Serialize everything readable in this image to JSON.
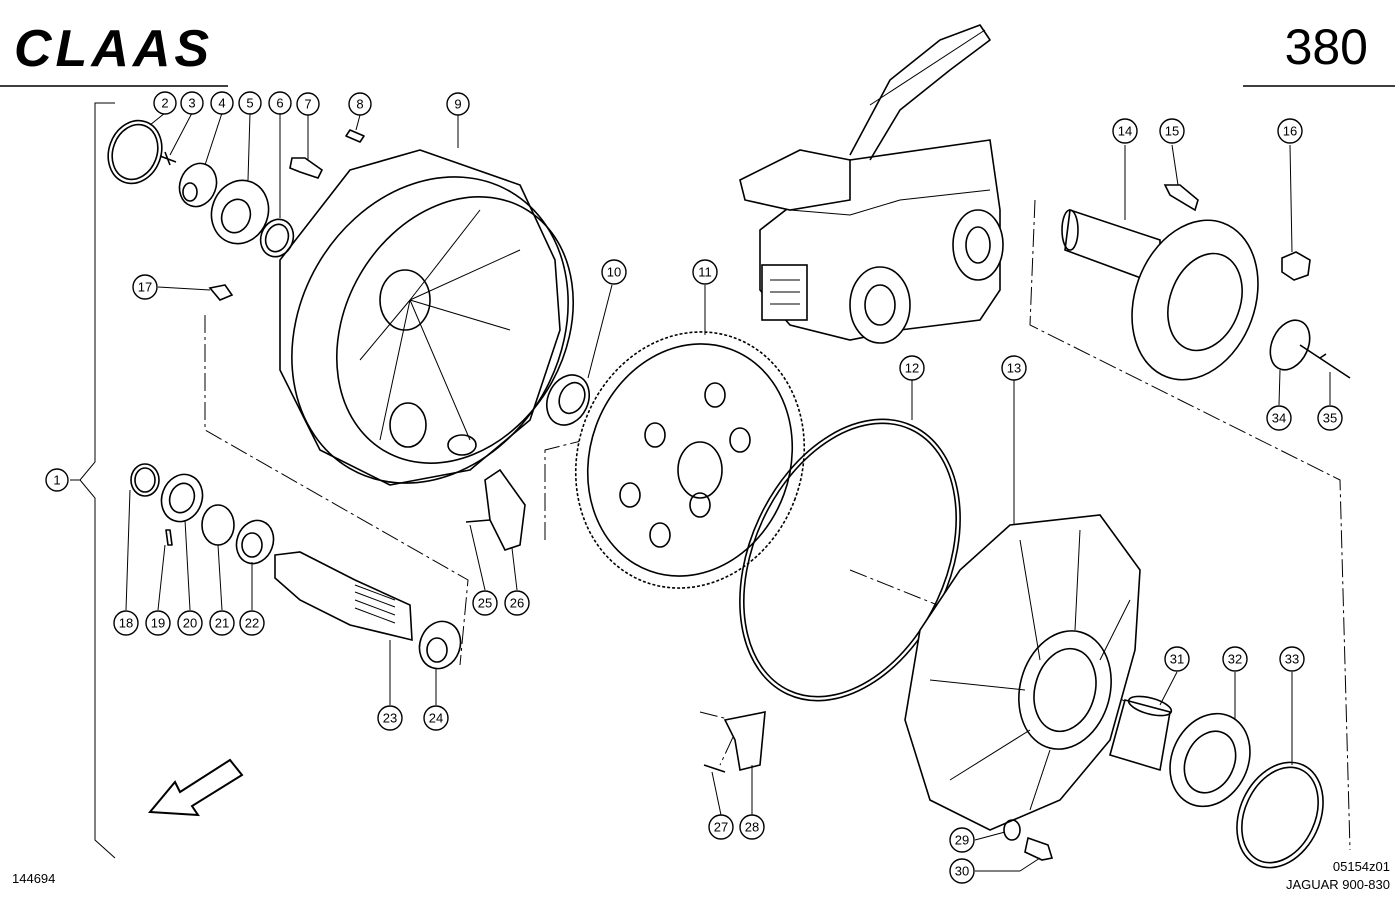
{
  "header": {
    "brand": "CLAAS",
    "page_number": "380"
  },
  "footer": {
    "drawing_number": "144694",
    "figure_code": "05154z01",
    "model": "JAGUAR 900-830"
  },
  "callouts": [
    "1",
    "2",
    "3",
    "4",
    "5",
    "6",
    "7",
    "8",
    "9",
    "10",
    "11",
    "12",
    "13",
    "14",
    "15",
    "16",
    "17",
    "18",
    "19",
    "20",
    "21",
    "22",
    "23",
    "24",
    "25",
    "26",
    "27",
    "28",
    "29",
    "30",
    "31",
    "32",
    "33",
    "34",
    "35"
  ],
  "colors": {
    "ink": "#000000",
    "paper": "#ffffff"
  }
}
